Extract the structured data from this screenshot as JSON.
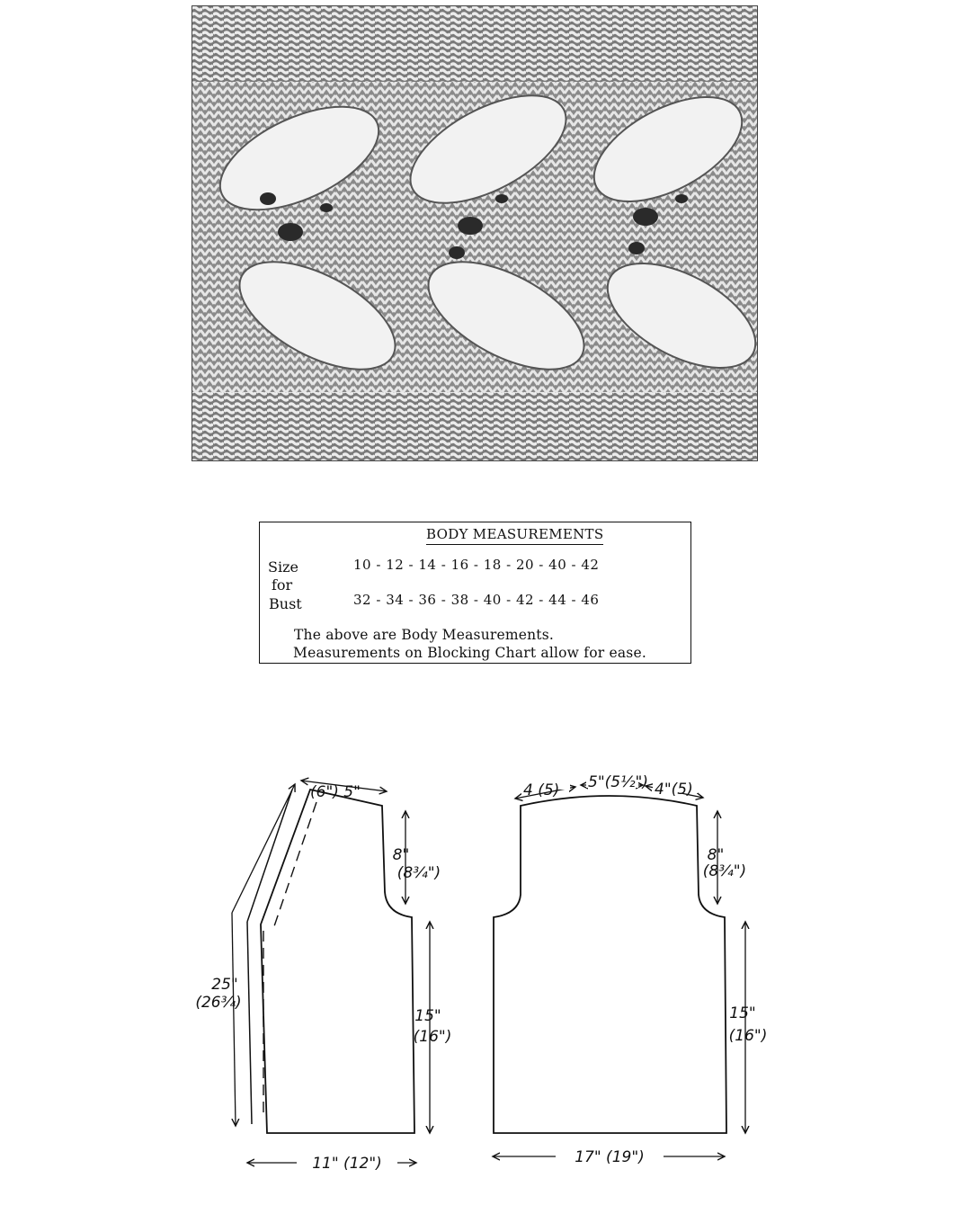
{
  "swatch": {
    "icon": "lace-leaf-knit-swatch-photo"
  },
  "body_measurements": {
    "title": "BODY MEASUREMENTS",
    "size_label": "Size",
    "for_label": "for",
    "bust_label": "Bust",
    "sizes": "10 - 12 - 14 - 16 - 18 - 20 - 40 - 42",
    "busts": "32 - 34 - 36 - 38 - 40 - 42 - 44 - 46",
    "note_line1": "The above are Body Measurements.",
    "note_line2": "Measurements on Blocking Chart allow for ease."
  },
  "front_piece": {
    "shoulder": "(6\") 5\"",
    "armhole_a": "8\"",
    "armhole_b": "(8¾\")",
    "length_a": "25\"",
    "length_b": "(26¾)",
    "side_a": "15\"",
    "side_b": "(16\")",
    "width": "11\"  (12\")"
  },
  "back_piece": {
    "shoulder_left": "4 (5)",
    "neck": "5\"(5½\")",
    "shoulder_right": "4\"(5)",
    "armhole_a": "8\"",
    "armhole_b": "(8¾\")",
    "side_a": "15\"",
    "side_b": "(16\")",
    "width": "17\"  (19\")"
  }
}
